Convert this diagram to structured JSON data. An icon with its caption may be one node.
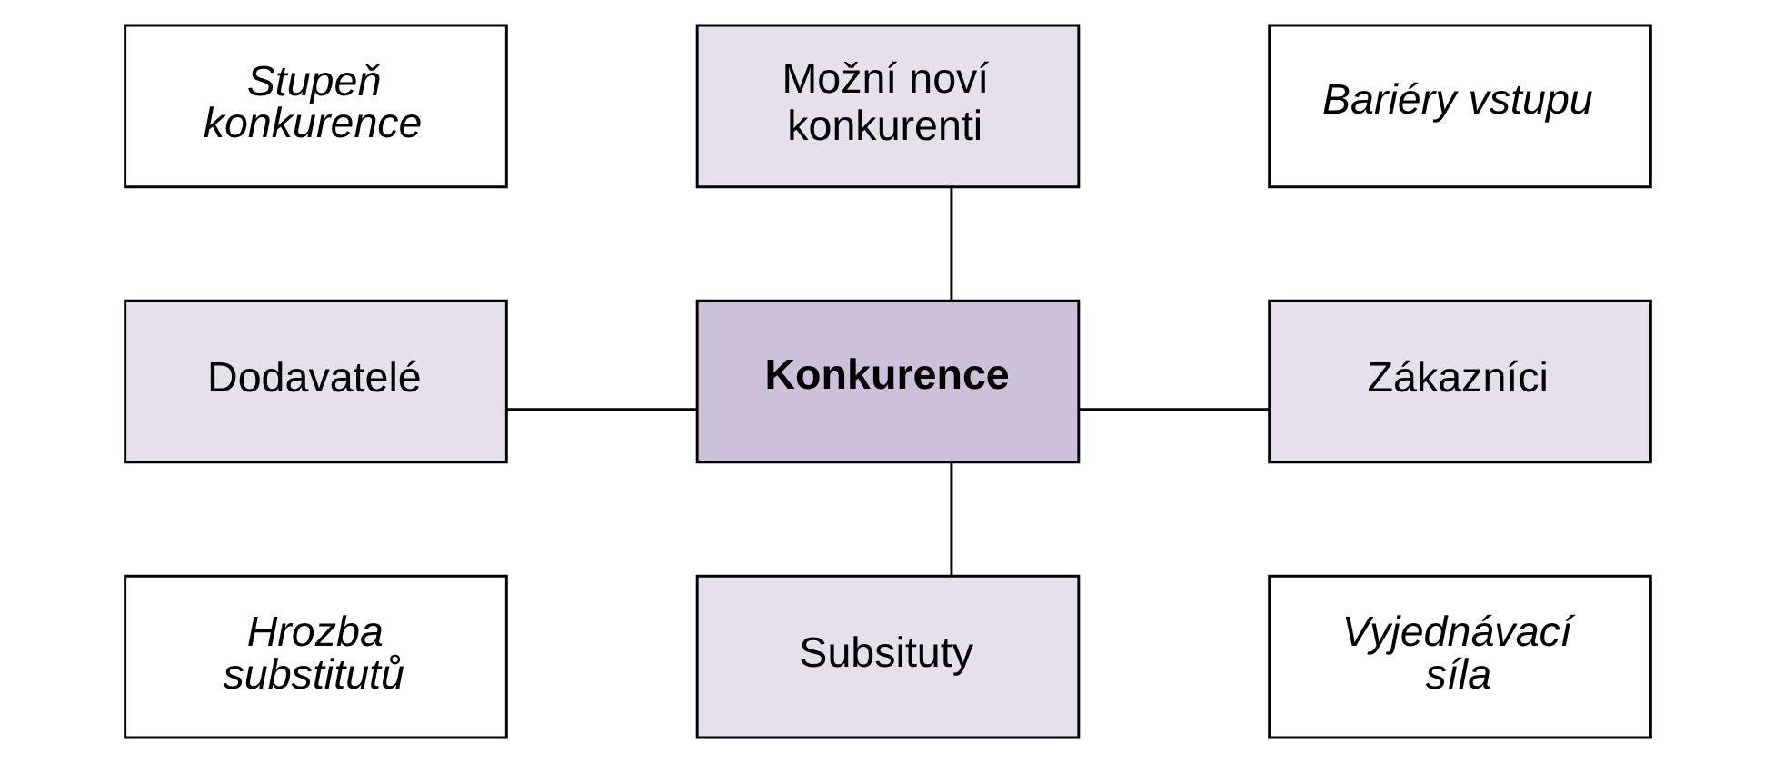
{
  "diagram": {
    "nodes": [
      {
        "text": [
          "Stupeň konkurence"
        ]
      },
      {
        "text": [
          "Možní noví konkurenti"
        ]
      },
      {
        "text": [
          "Bariéry vstupu"
        ]
      },
      {
        "text": [
          "Dodavatelé"
        ]
      },
      {
        "text": [
          "Konkurence"
        ]
      },
      {
        "text": [
          "Zákazníci"
        ]
      },
      {
        "text": [
          "Hrozba substitutů"
        ]
      },
      {
        "text": [
          "Subsituty"
        ]
      },
      {
        "text": [
          "Vyjednávací síla"
        ]
      }
    ],
    "edges": [
      {
        "from": 1,
        "to": 4,
        "arrow": "none"
      },
      {
        "from": 3,
        "to": 4,
        "arrow": "none"
      },
      {
        "from": 4,
        "to": 5,
        "arrow": "none"
      },
      {
        "from": 4,
        "to": 7,
        "arrow": "none"
      }
    ]
  }
}
